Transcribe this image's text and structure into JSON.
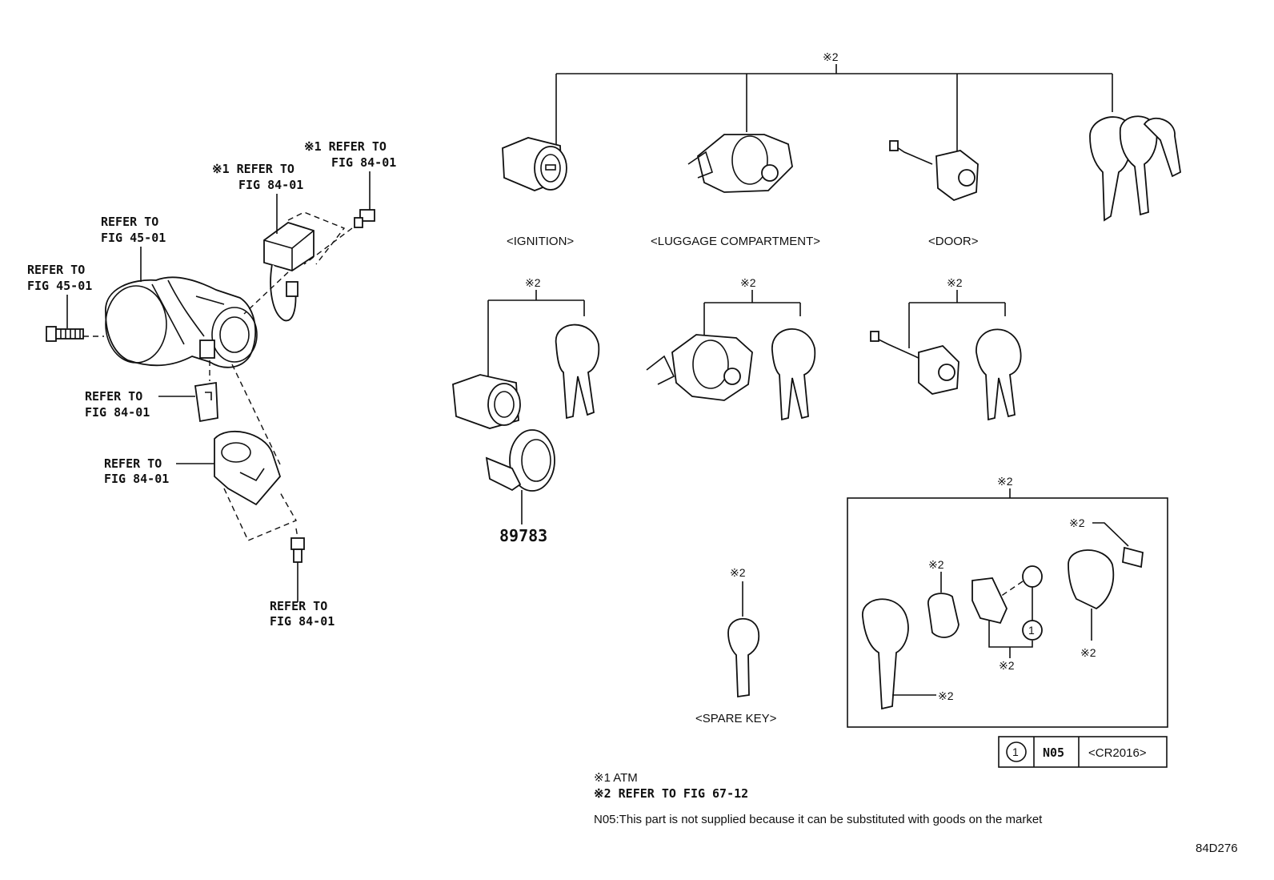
{
  "labels": {
    "ref_fig_84_01_top_a": [
      "※1 REFER TO",
      "FIG 84-01"
    ],
    "ref_fig_84_01_top_b": [
      "※1 REFER TO",
      "FIG 84-01"
    ],
    "ref_fig_45_01_a": [
      "REFER TO",
      "FIG 45-01"
    ],
    "ref_fig_45_01_b": [
      "REFER TO",
      "FIG 45-01"
    ],
    "ref_fig_84_01_mid": [
      "REFER TO",
      "FIG 84-01"
    ],
    "ref_fig_84_01_low": [
      "REFER TO",
      "FIG 84-01"
    ],
    "ref_fig_84_01_bottom": [
      "REFER TO",
      "FIG 84-01"
    ]
  },
  "captions": {
    "ignition": "<IGNITION>",
    "luggage": "<LUGGAGE COMPARTMENT>",
    "door": "<DOOR>",
    "spare_key": "<SPARE KEY>"
  },
  "marks": {
    "top_group": "※2",
    "ignition_set": "※2",
    "luggage_set": "※2",
    "door_set": "※2",
    "spare_key": "※2",
    "remote_box": "※2",
    "remote_cover": "※2",
    "remote_label": "※2",
    "remote_case": "※2",
    "remote_board": "※2",
    "remote_key_blade": "※2"
  },
  "part_number": "89783",
  "battery_table": {
    "index": "1",
    "code": "N05",
    "battery": "<CR2016>"
  },
  "notes": {
    "note1": "※1 ATM",
    "note2": "※2 REFER TO FIG 67-12",
    "note3": "N05:This part is not supplied because it can be substituted with goods on the market"
  },
  "figure_id": "84D276"
}
